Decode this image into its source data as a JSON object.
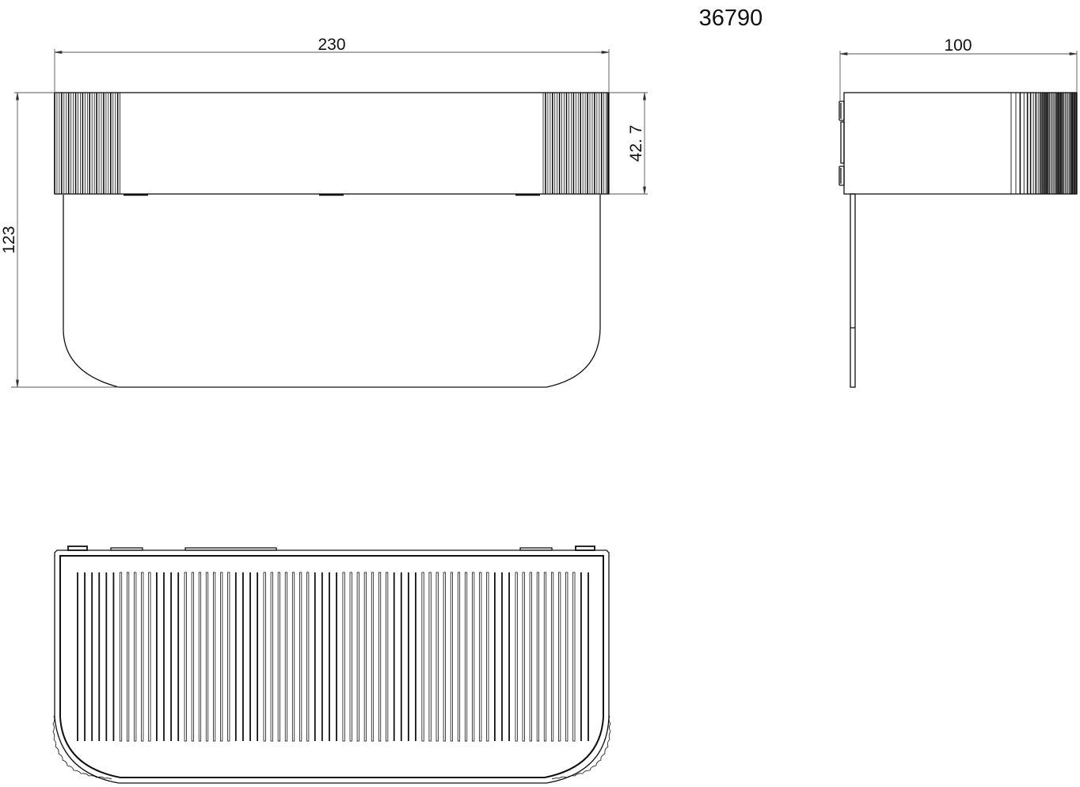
{
  "drawing": {
    "part_number": "36790",
    "stroke_color": "#111111",
    "dim_color": "#555555",
    "background": "#ffffff"
  },
  "front_view": {
    "name": "front-elevation",
    "dimensions": {
      "width": {
        "label": "230",
        "value": 230,
        "unit": "mm"
      },
      "height_total": {
        "label": "123",
        "value": 123,
        "unit": "mm"
      },
      "height_band": {
        "label": "42. 7",
        "value": 42.7,
        "unit": "mm"
      }
    }
  },
  "side_view": {
    "name": "side-elevation",
    "dimensions": {
      "depth": {
        "label": "100",
        "value": 100,
        "unit": "mm"
      }
    }
  },
  "bottom_view": {
    "name": "plan-view",
    "rib_count": 72
  }
}
